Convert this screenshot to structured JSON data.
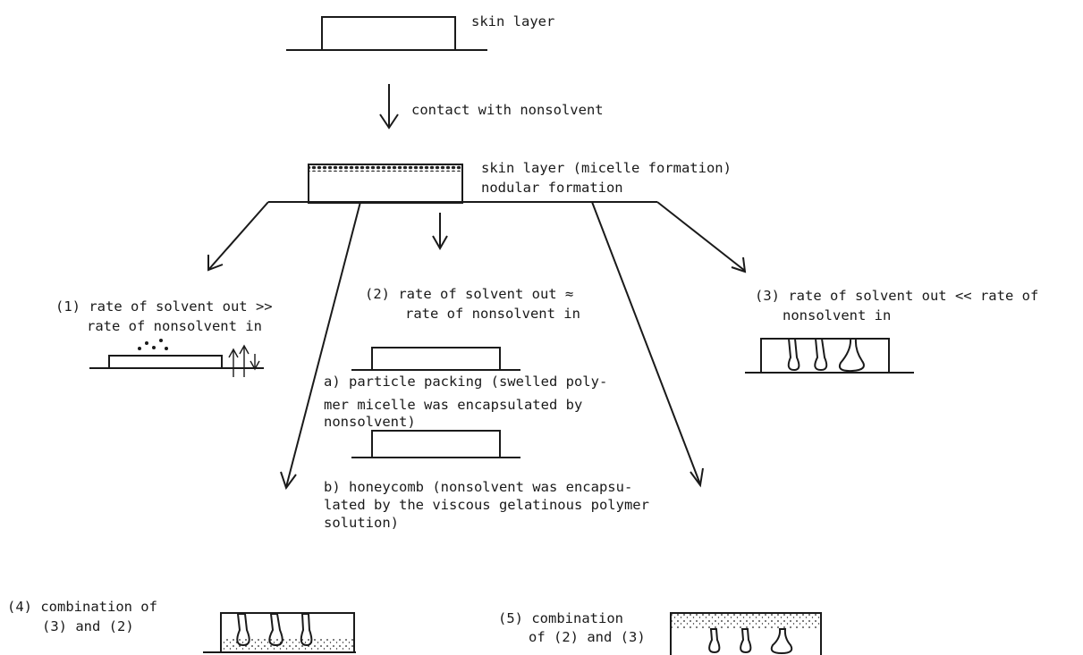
{
  "labels": {
    "skin_layer": "skin layer",
    "contact": "contact with nonsolvent",
    "skin_micelle": "skin layer (micelle formation)",
    "nodular": "nodular formation",
    "case1": {
      "line1": "(1) rate of solvent out >>",
      "line2": "rate of nonsolvent in"
    },
    "case2": {
      "line1": "(2) rate of solvent out ≈",
      "line2": "rate of nonsolvent in"
    },
    "case3": {
      "line1": "(3) rate of solvent out << rate of",
      "line2": "nonsolvent in"
    },
    "case2a": {
      "line1": "a) particle packing (swelled poly-",
      "line2": "mer micelle was encapsulated by",
      "line3": "nonsolvent)"
    },
    "case2b": {
      "line1": "b) honeycomb (nonsolvent was encapsu-",
      "line2": "lated by the viscous gelatinous polymer",
      "line3": "solution)"
    },
    "case4": {
      "line1": "(4) combination of",
      "line2": "(3) and (2)"
    },
    "case5": {
      "line1": "(5) combination",
      "line2": "of (2) and (3)"
    }
  }
}
